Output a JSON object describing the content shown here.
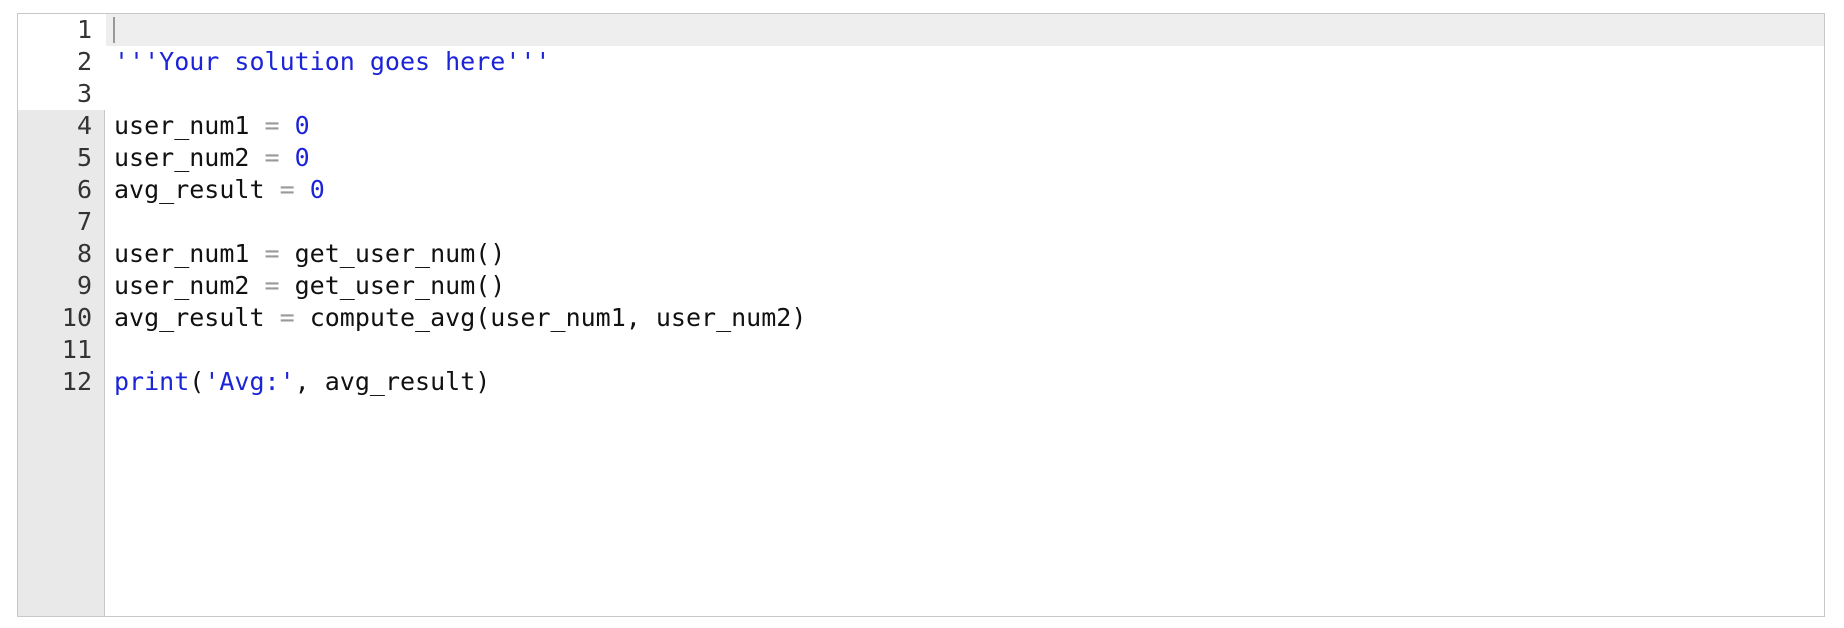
{
  "editor": {
    "line_numbers": [
      "1",
      "2",
      "3",
      "4",
      "5",
      "6",
      "7",
      "8",
      "9",
      "10",
      "11",
      "12"
    ],
    "lines": [
      [],
      [
        {
          "t": "'''Your solution goes here'''",
          "k": "string"
        }
      ],
      [],
      [
        {
          "t": "user_num1 ",
          "k": "default"
        },
        {
          "t": "=",
          "k": "op"
        },
        {
          "t": " ",
          "k": "default"
        },
        {
          "t": "0",
          "k": "number"
        }
      ],
      [
        {
          "t": "user_num2 ",
          "k": "default"
        },
        {
          "t": "=",
          "k": "op"
        },
        {
          "t": " ",
          "k": "default"
        },
        {
          "t": "0",
          "k": "number"
        }
      ],
      [
        {
          "t": "avg_result ",
          "k": "default"
        },
        {
          "t": "=",
          "k": "op"
        },
        {
          "t": " ",
          "k": "default"
        },
        {
          "t": "0",
          "k": "number"
        }
      ],
      [],
      [
        {
          "t": "user_num1 ",
          "k": "default"
        },
        {
          "t": "=",
          "k": "op"
        },
        {
          "t": " get_user_num()",
          "k": "default"
        }
      ],
      [
        {
          "t": "user_num2 ",
          "k": "default"
        },
        {
          "t": "=",
          "k": "op"
        },
        {
          "t": " get_user_num()",
          "k": "default"
        }
      ],
      [
        {
          "t": "avg_result ",
          "k": "default"
        },
        {
          "t": "=",
          "k": "op"
        },
        {
          "t": " compute_avg(user_num1, user_num2)",
          "k": "default"
        }
      ],
      [],
      [
        {
          "t": "print",
          "k": "builtin"
        },
        {
          "t": "(",
          "k": "default"
        },
        {
          "t": "'Avg:'",
          "k": "string"
        },
        {
          "t": ", avg_result)",
          "k": "default"
        }
      ]
    ]
  },
  "colors": {
    "keyword_blue": "#1c24d8",
    "operator_gray": "#999999",
    "gutter_bg": "#e9e9e9",
    "active_line_bg": "#eeeeee"
  }
}
